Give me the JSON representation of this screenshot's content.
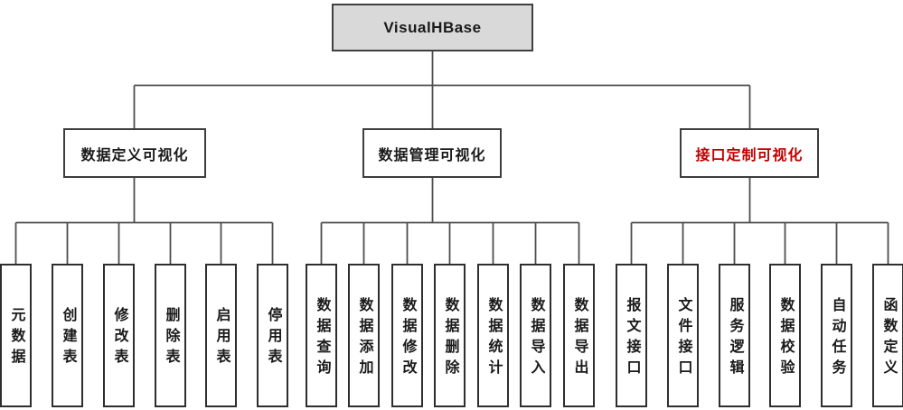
{
  "root": {
    "label": "VisualHBase"
  },
  "colors": {
    "background": "#ffffff",
    "root_fill": "#d9d9d9",
    "box_border": "#2e2e2e",
    "connector_line": "#4d4d4d",
    "text": "#1a1a1a",
    "accent_red": "#c00000"
  },
  "groups": [
    {
      "label": "数据定义可视化",
      "text_color": "#1a1a1a",
      "children": [
        "元数据",
        "创建表",
        "修改表",
        "删除表",
        "启用表",
        "停用表"
      ]
    },
    {
      "label": "数据管理可视化",
      "text_color": "#1a1a1a",
      "children": [
        "数据查询",
        "数据添加",
        "数据修改",
        "数据删除",
        "数据统计",
        "数据导入",
        "数据导出"
      ]
    },
    {
      "label": "接口定制可视化",
      "text_color": "#c00000",
      "children": [
        "报文接口",
        "文件接口",
        "服务逻辑",
        "数据校验",
        "自动任务",
        "函数定义"
      ]
    }
  ]
}
